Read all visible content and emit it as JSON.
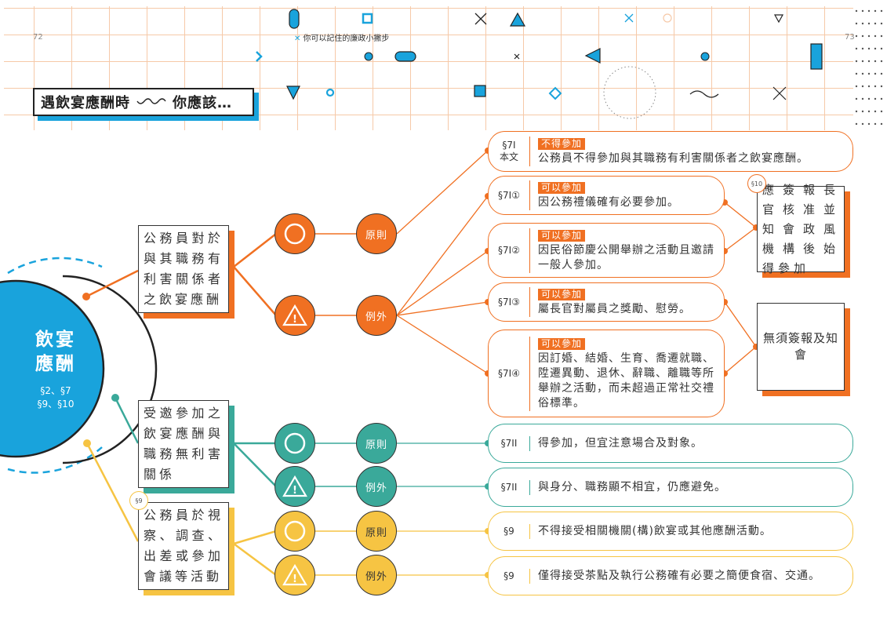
{
  "header": {
    "page_left": "72",
    "page_right": "73",
    "series_title": "你可以記住的廉政小撇步"
  },
  "section_title": {
    "part1": "遇飲宴應酬時",
    "part2": "你應該…"
  },
  "hub": {
    "title_line1": "飲宴",
    "title_line2": "應酬",
    "ref_line1": "§2、§7",
    "ref_line2": "§9、§10"
  },
  "categories": [
    {
      "text": "公務員對於與其職務有利害關係者之飲宴應酬",
      "color": "#f07022"
    },
    {
      "text": "受邀參加之飲宴應酬與職務無利害關係",
      "color": "#3aa99a"
    },
    {
      "text": "公務員於視察、調查、出差或參加會議等活動",
      "color": "#f6c443",
      "ref_tag": "§9"
    }
  ],
  "labels": {
    "principle": "原則",
    "exception": "例外"
  },
  "rules_orange": [
    {
      "ref_line1": "§7I",
      "ref_line2": "本文",
      "badge": "不得參加",
      "text": "公務員不得參加與其職務有利害關係者之飲宴應酬。"
    },
    {
      "ref_line1": "§7I①",
      "ref_line2": "",
      "badge": "可以參加",
      "text": "因公務禮儀確有必要參加。"
    },
    {
      "ref_line1": "§7I②",
      "ref_line2": "",
      "badge": "可以參加",
      "text": "因民俗節慶公開舉辦之活動且邀請一般人參加。"
    },
    {
      "ref_line1": "§7I③",
      "ref_line2": "",
      "badge": "可以參加",
      "text": "屬長官對屬員之獎勵、慰勞。"
    },
    {
      "ref_line1": "§7I④",
      "ref_line2": "",
      "badge": "可以參加",
      "text": "因訂婚、結婚、生育、喬遷就職、陞遷異動、退休、辭職、離職等所舉辦之活動，而未超過正常社交禮俗標準。"
    }
  ],
  "outcomes": [
    {
      "ref_tag": "§10",
      "text": "應簽報長官核准並知會政風機構後始得參加"
    },
    {
      "ref_tag": "",
      "text": "無須簽報及知會"
    }
  ],
  "rules_teal": [
    {
      "ref": "§7II",
      "text": "得參加，但宜注意場合及對象。"
    },
    {
      "ref": "§7II",
      "text": "與身分、職務顯不相宜，仍應避免。"
    }
  ],
  "rules_yellow": [
    {
      "ref": "§9",
      "text": "不得接受相關機關(構)飲宴或其他應酬活動。"
    },
    {
      "ref": "§9",
      "text": "僅得接受茶點及執行公務確有必要之簡便食宿、交通。"
    }
  ],
  "colors": {
    "orange": "#f07022",
    "teal": "#3aa99a",
    "yellow": "#f6c443",
    "blue": "#19a3dc"
  }
}
